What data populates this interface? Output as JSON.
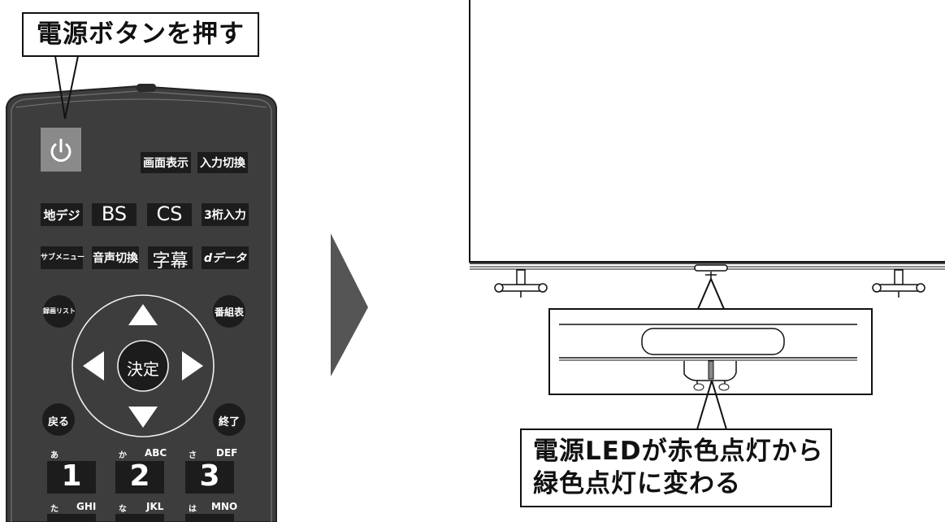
{
  "callout_top": "電源ボタンを押す",
  "callout_bottom_line1": "電源LEDが赤色点灯から",
  "callout_bottom_line2": "緑色点灯に変わる",
  "remote": {
    "power_icon": "power-icon",
    "btn_screen_display": "画面表示",
    "btn_input_switch": "入力切換",
    "btn_terrestrial": "地デジ",
    "btn_bs": "BS",
    "btn_cs": "CS",
    "btn_3digit": "3桁入力",
    "btn_submenu": "サブメニュー",
    "btn_audio_switch": "音声切換",
    "btn_subtitle": "字幕",
    "btn_data": "dデータ",
    "btn_rec_list": "録画リスト",
    "btn_program_guide": "番組表",
    "btn_enter": "決定",
    "btn_back": "戻る",
    "btn_exit": "終了",
    "keys": [
      {
        "num": "1",
        "kana": "あ",
        "letters": ""
      },
      {
        "num": "2",
        "kana": "か",
        "letters": "ABC"
      },
      {
        "num": "3",
        "kana": "さ",
        "letters": "DEF"
      }
    ],
    "keys_row2": [
      {
        "kana": "た",
        "letters": "GHI"
      },
      {
        "kana": "な",
        "letters": "JKL"
      },
      {
        "kana": "は",
        "letters": "MNO"
      }
    ]
  },
  "colors": {
    "remote_body": "#3d3d3d",
    "remote_button": "#1c1c1c",
    "power_button": "#8a8a8a",
    "arrow": "#555555"
  }
}
